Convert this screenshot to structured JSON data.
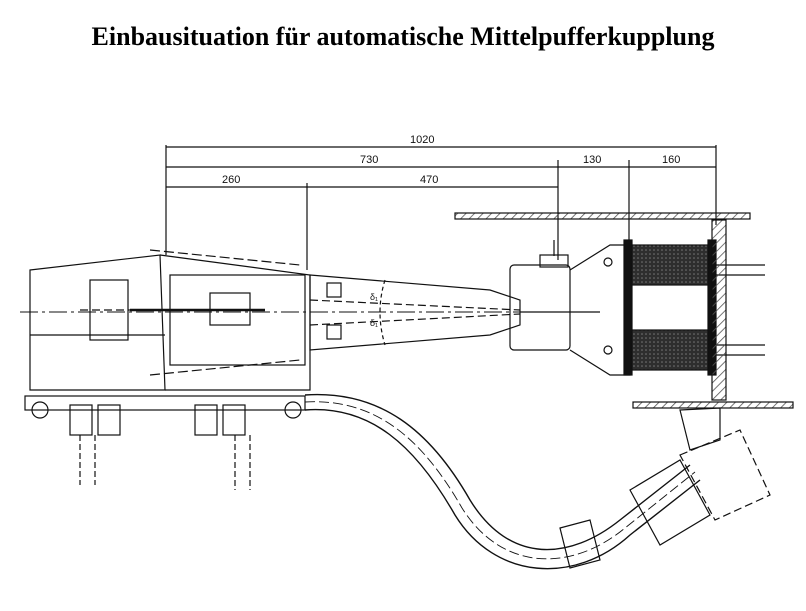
{
  "title": "Einbausituation für automatische Mittelpufferkupplung",
  "dimensions": {
    "total": "1020",
    "d730": "730",
    "d130": "130",
    "d160": "160",
    "d260": "260",
    "d470": "470"
  },
  "angle_label": "δ₁",
  "colors": {
    "ink": "#111111",
    "hatch": "#555555",
    "spring": "#3a3a3a"
  }
}
